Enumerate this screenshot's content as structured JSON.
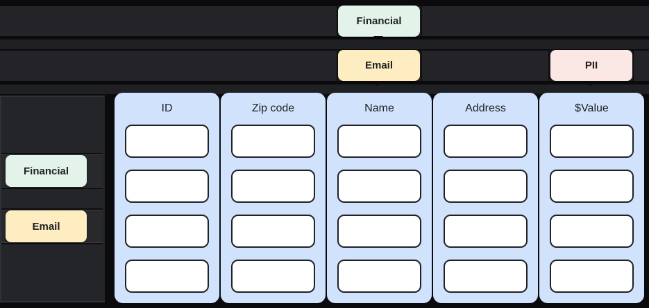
{
  "taxonomy": {
    "row1_tag": "Financial",
    "row2_tag_left": "Email",
    "row2_tag_right": "PII"
  },
  "sidebar": {
    "tags": [
      {
        "label": "Financial"
      },
      {
        "label": "Email"
      }
    ]
  },
  "table": {
    "columns": [
      {
        "header": "ID"
      },
      {
        "header": "Zip code"
      },
      {
        "header": "Name"
      },
      {
        "header": "Address"
      },
      {
        "header": "$Value"
      }
    ],
    "cells_per_column": 4
  },
  "colors": {
    "tag_financial_bg": "#e3f3ea",
    "tag_email_bg": "#fdedc0",
    "tag_pii_bg": "#fbe8e4",
    "column_bg": "#d1e3fc",
    "cell_bg": "#ffffff",
    "row_bar_bg": "#232328",
    "page_bg": "#0b0b0d",
    "text_dark": "#202124"
  }
}
